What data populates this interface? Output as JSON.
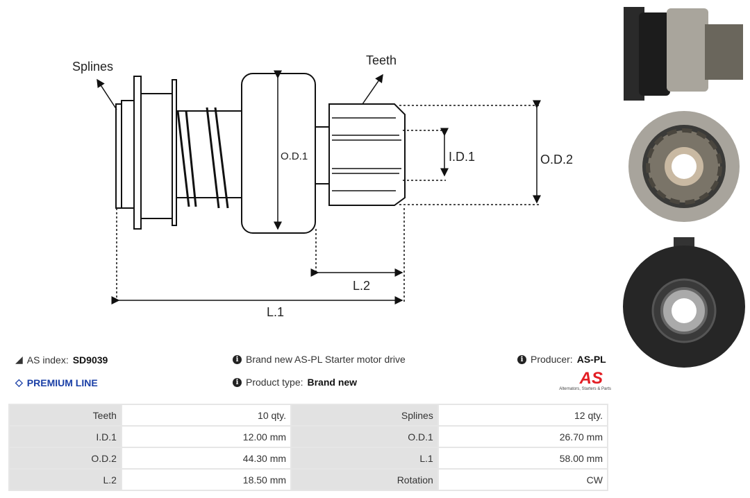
{
  "diagram": {
    "labels": {
      "splines": "Splines",
      "teeth": "Teeth",
      "od1": "O.D.1",
      "id1": "I.D.1",
      "od2": "O.D.2",
      "l1": "L.1",
      "l2": "L.2"
    }
  },
  "info": {
    "as_index_label": "AS index:",
    "as_index_value": "SD9039",
    "premium": "PREMIUM LINE",
    "description": "Brand new AS-PL Starter motor drive",
    "product_type_label": "Product type:",
    "product_type_value": "Brand new",
    "producer_label": "Producer:",
    "producer_value": "AS-PL",
    "logo_text": "AS",
    "logo_tagline": "Alternators, Starters & Parts"
  },
  "colors": {
    "premium": "#1a3fa6",
    "logo": "#e31e24"
  },
  "specs": [
    {
      "l1": "Teeth",
      "v1": "10 qty.",
      "l2": "Splines",
      "v2": "12 qty."
    },
    {
      "l1": "I.D.1",
      "v1": "12.00 mm",
      "l2": "O.D.1",
      "v2": "26.70 mm"
    },
    {
      "l1": "O.D.2",
      "v1": "44.30 mm",
      "l2": "L.1",
      "v2": "58.00 mm"
    },
    {
      "l1": "L.2",
      "v1": "18.50 mm",
      "l2": "Rotation",
      "v2": "CW"
    }
  ]
}
